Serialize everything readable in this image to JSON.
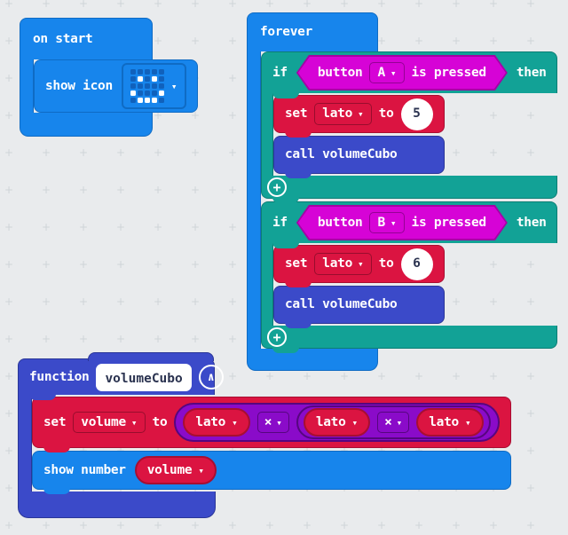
{
  "canvas": {
    "cross": "+"
  },
  "icons": {
    "dropdown": "▾",
    "plus": "+",
    "collapse": "∧"
  },
  "colors": {
    "basic_blue": "#1785EC",
    "logic_teal": "#12A296",
    "input_magenta": "#D603D6",
    "variables_red": "#DB1441",
    "functions_indigo": "#3B4AC9",
    "math_purple": "#8A0BC9",
    "canvas_bg": "#E9EBED",
    "grid_cross": "#CFD4D8"
  },
  "on_start": {
    "label": "on start",
    "show_icon": {
      "label": "show icon",
      "icon_name": "happy-face-led-pattern",
      "pattern": [
        "00000",
        "01010",
        "00000",
        "10001",
        "01110"
      ]
    }
  },
  "forever": {
    "label": "forever",
    "branches": [
      {
        "if_label": "if",
        "then_label": "then",
        "condition": {
          "prefix": "button",
          "button": "A",
          "suffix": "is pressed"
        },
        "set": {
          "kw": "set",
          "variable": "lato",
          "to": "to",
          "value": "5"
        },
        "call": {
          "label": "call volumeCubo"
        }
      },
      {
        "if_label": "if",
        "then_label": "then",
        "condition": {
          "prefix": "button",
          "button": "B",
          "suffix": "is pressed"
        },
        "set": {
          "kw": "set",
          "variable": "lato",
          "to": "to",
          "value": "6"
        },
        "call": {
          "label": "call volumeCubo"
        }
      }
    ]
  },
  "function_def": {
    "kw": "function",
    "name": "volumeCubo",
    "set": {
      "kw": "set",
      "variable": "volume",
      "to": "to",
      "expr": {
        "a": "lato",
        "op": "×",
        "b": "lato",
        "c": "lato"
      }
    },
    "show_number": {
      "label": "show number",
      "variable": "volume"
    }
  }
}
